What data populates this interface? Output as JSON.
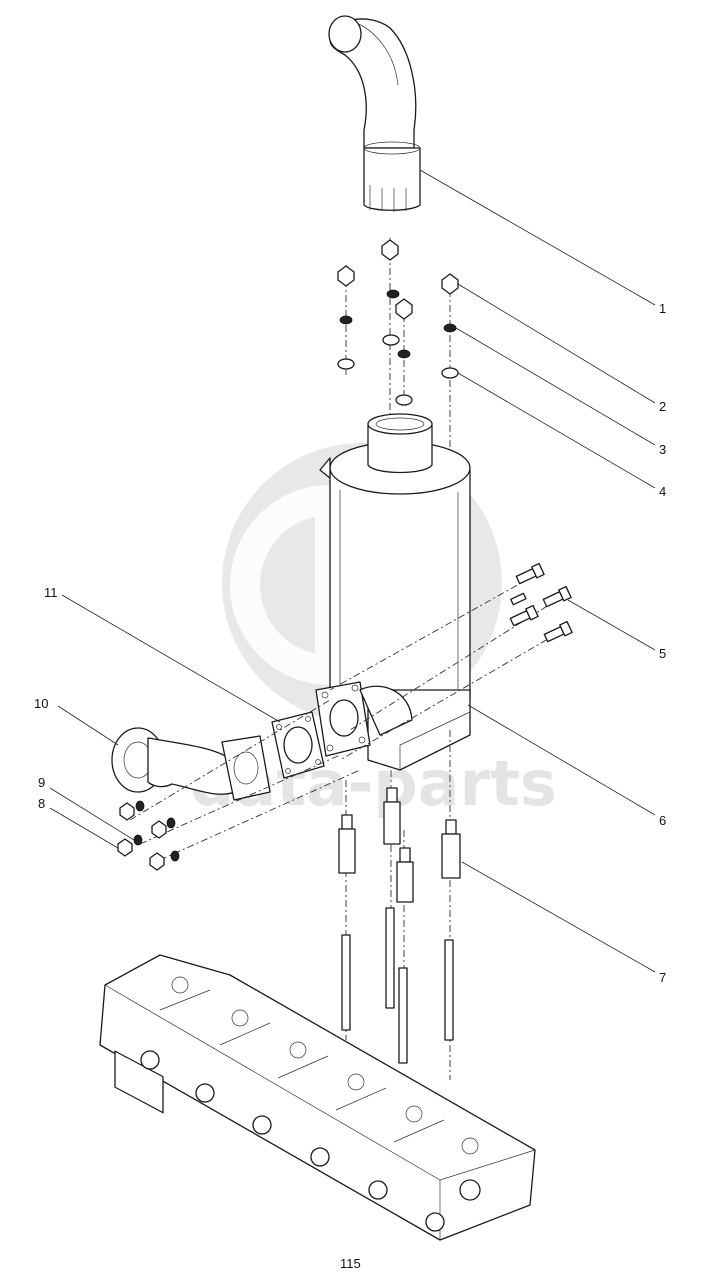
{
  "watermark": {
    "text": "data-parts",
    "color": "#cccccc"
  },
  "footer": {
    "page_mark": "115"
  },
  "callouts": [
    {
      "label": "1",
      "part": "exhaust-elbow"
    },
    {
      "label": "2",
      "part": "nut"
    },
    {
      "label": "3",
      "part": "lock-washer"
    },
    {
      "label": "4",
      "part": "washer"
    },
    {
      "label": "5",
      "part": "bolt"
    },
    {
      "label": "6",
      "part": "muffler"
    },
    {
      "label": "7",
      "part": "stud"
    },
    {
      "label": "8",
      "part": "nut"
    },
    {
      "label": "9",
      "part": "lock-washer"
    },
    {
      "label": "10",
      "part": "exhaust-pipe-elbow"
    },
    {
      "label": "11",
      "part": "gasket"
    }
  ],
  "colors": {
    "line": "#1a1a1a",
    "background": "#ffffff",
    "watermark": "#cccccc"
  }
}
